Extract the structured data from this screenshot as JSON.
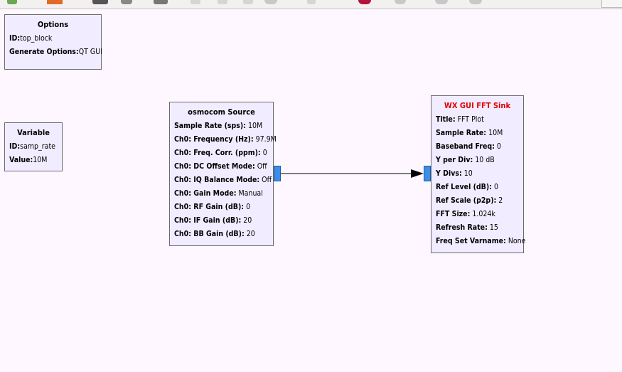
{
  "toolbar": {
    "icons": [
      "add-icon",
      "stop-icon",
      "save-icon",
      "print-icon",
      "copy-icon",
      "paste-icon",
      "delete-icon",
      "undo-icon",
      "redo-icon",
      "kill-icon",
      "execute-icon",
      "refresh-icon",
      "find-icon"
    ]
  },
  "blocks": {
    "options": {
      "title": "Options",
      "params": [
        {
          "key": "ID:",
          "value": "top_block"
        },
        {
          "key": "Generate Options:",
          "value": "QT GUI"
        }
      ]
    },
    "variable": {
      "title": "Variable",
      "params": [
        {
          "key": "ID:",
          "value": "samp_rate"
        },
        {
          "key": "Value:",
          "value": "10M"
        }
      ]
    },
    "osmocom": {
      "title": "osmocom Source",
      "params": [
        {
          "key": "Sample Rate (sps):",
          "value": "10M"
        },
        {
          "key": "Ch0: Frequency (Hz):",
          "value": "97.9M"
        },
        {
          "key": "Ch0: Freq. Corr. (ppm):",
          "value": "0"
        },
        {
          "key": "Ch0: DC Offset Mode:",
          "value": "Off"
        },
        {
          "key": "Ch0: IQ Balance Mode:",
          "value": "Off"
        },
        {
          "key": "Ch0: Gain Mode:",
          "value": "Manual"
        },
        {
          "key": "Ch0: RF Gain (dB):",
          "value": "0"
        },
        {
          "key": "Ch0: IF Gain (dB):",
          "value": "20"
        },
        {
          "key": "Ch0: BB Gain (dB):",
          "value": "20"
        }
      ]
    },
    "fft": {
      "title": "WX GUI FFT Sink",
      "title_color": "#e00000",
      "params": [
        {
          "key": "Title:",
          "value": "FFT Plot"
        },
        {
          "key": "Sample Rate:",
          "value": "10M"
        },
        {
          "key": "Baseband Freq:",
          "value": "0"
        },
        {
          "key": "Y per Div:",
          "value": "10 dB"
        },
        {
          "key": "Y Divs:",
          "value": "10"
        },
        {
          "key": "Ref Level (dB):",
          "value": "0"
        },
        {
          "key": "Ref Scale (p2p):",
          "value": "2"
        },
        {
          "key": "FFT Size:",
          "value": "1.024k"
        },
        {
          "key": "Refresh Rate:",
          "value": "15"
        },
        {
          "key": "Freq Set Varname:",
          "value": "None"
        }
      ]
    }
  },
  "colors": {
    "canvas_bg": "#fff7ff",
    "block_bg": "#f1ecff",
    "port": "#3a8ee6",
    "error_title": "#e00000"
  }
}
